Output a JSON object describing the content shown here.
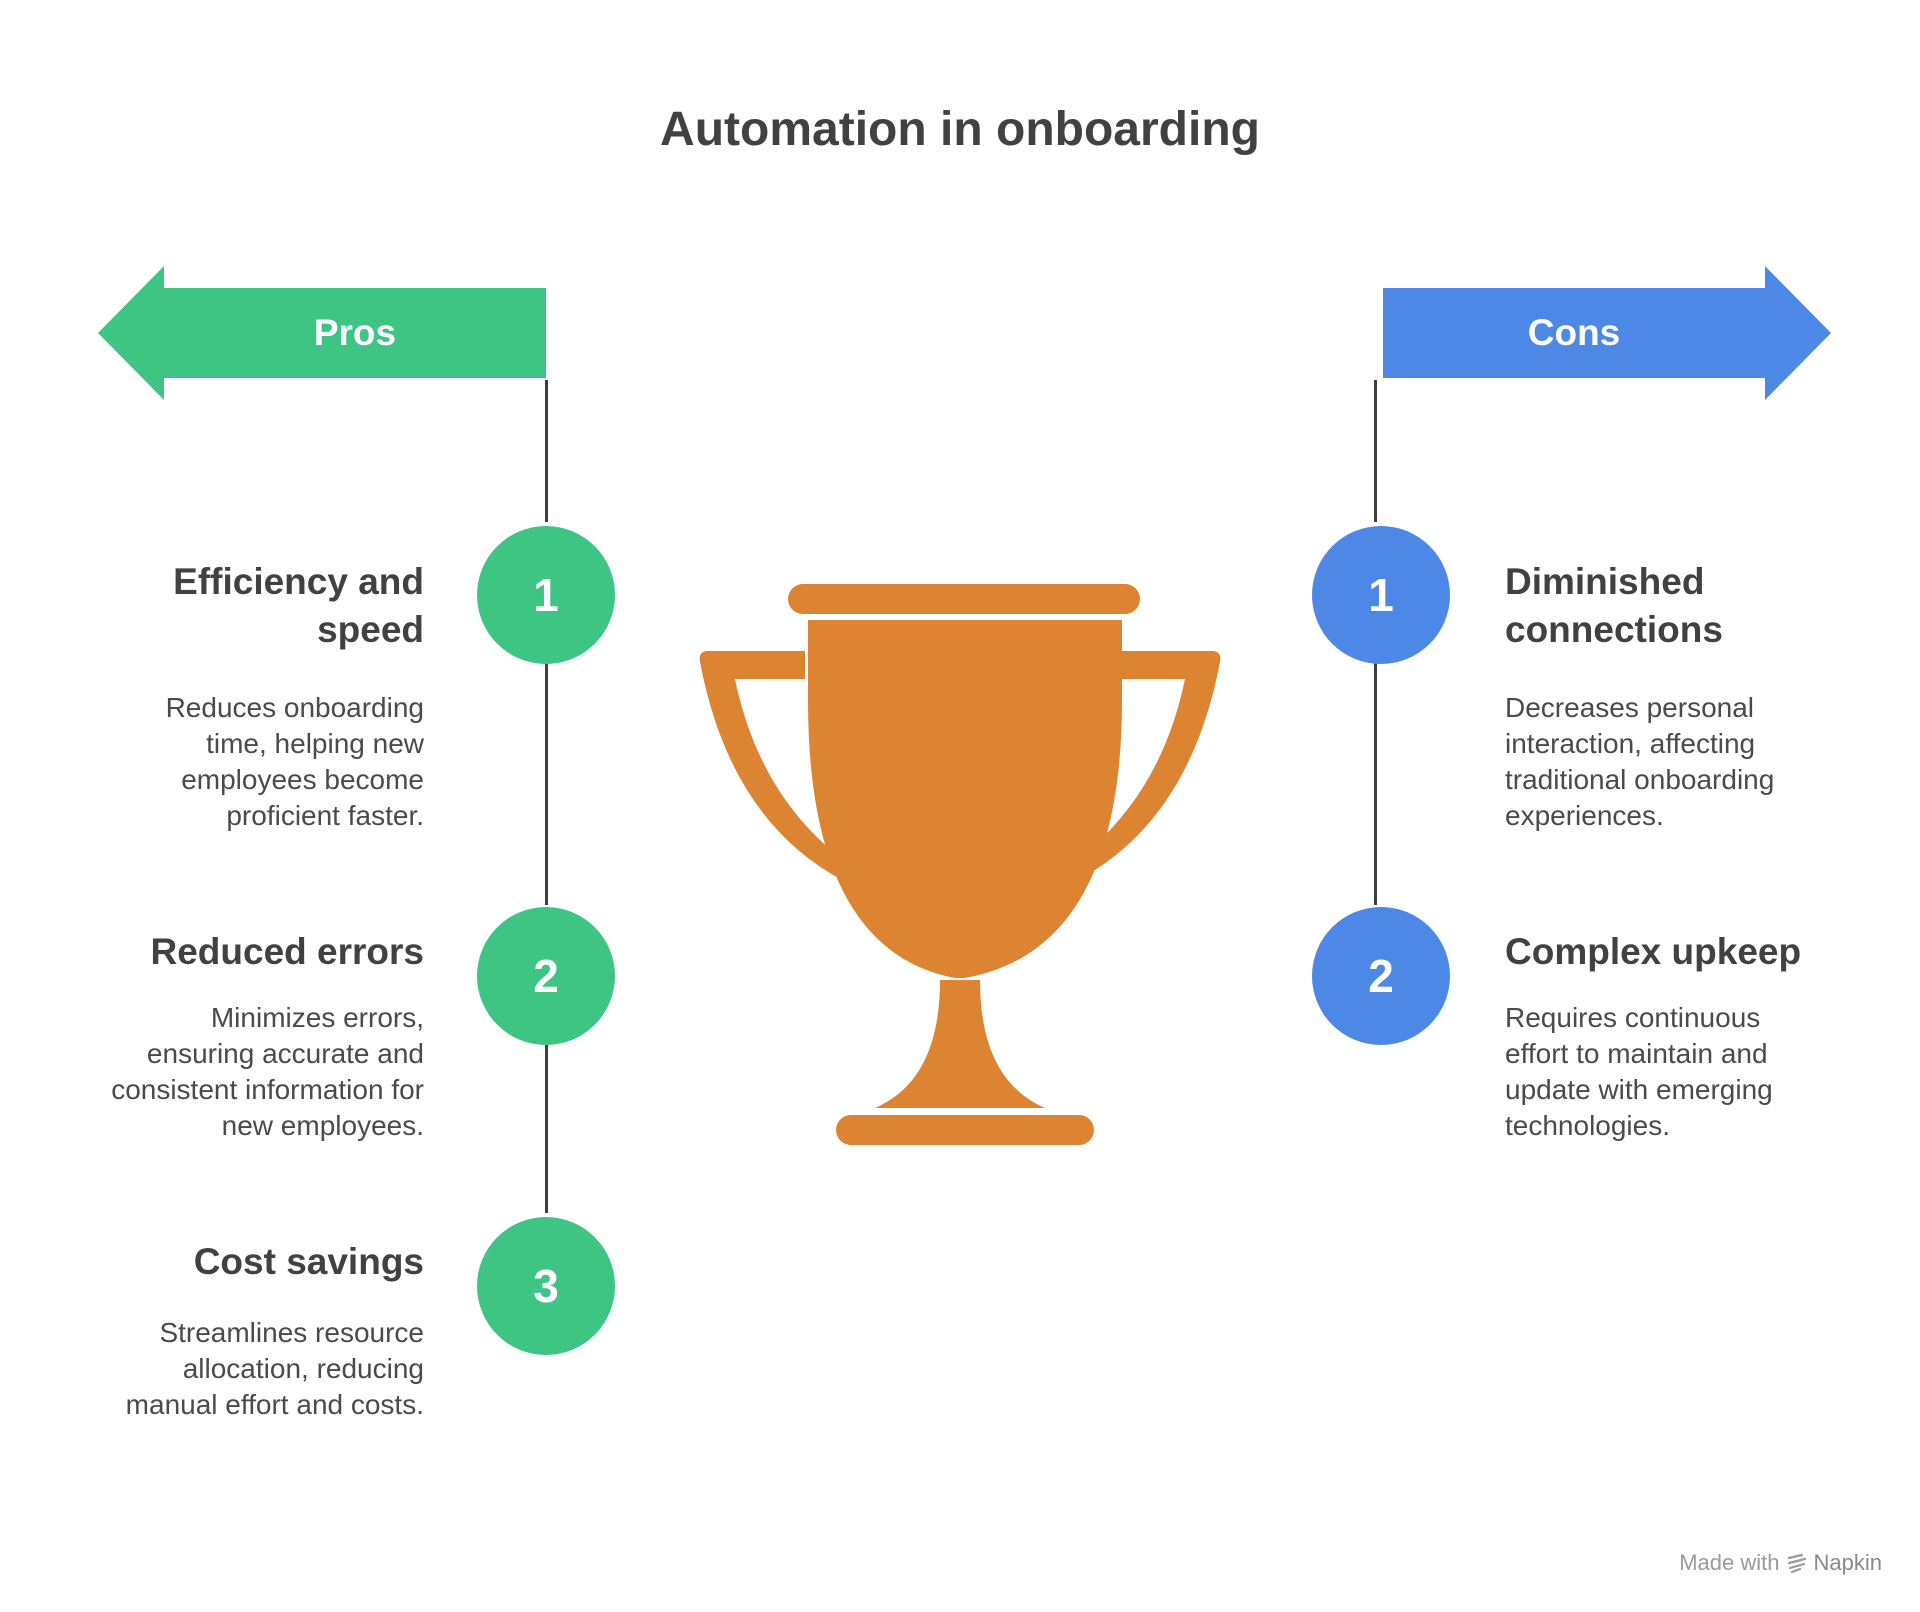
{
  "title": "Automation in onboarding",
  "pros": {
    "label": "Pros",
    "color": "#3ec584",
    "items": [
      {
        "number": "1",
        "title": "Efficiency and speed",
        "description": "Reduces onboarding time, helping new employees become proficient faster."
      },
      {
        "number": "2",
        "title": "Reduced errors",
        "description": "Minimizes errors, ensuring accurate and consistent information for new employees."
      },
      {
        "number": "3",
        "title": "Cost savings",
        "description": "Streamlines resource allocation, reducing manual effort and costs."
      }
    ]
  },
  "cons": {
    "label": "Cons",
    "color": "#4e88e6",
    "items": [
      {
        "number": "1",
        "title": "Diminished connections",
        "description": "Decreases personal interaction, affecting traditional onboarding experiences."
      },
      {
        "number": "2",
        "title": "Complex upkeep",
        "description": "Requires continuous effort to maintain and update with emerging technologies."
      }
    ]
  },
  "trophy": {
    "icon": "trophy-icon",
    "color": "#dd8433"
  },
  "watermark": {
    "prefix": "Made with",
    "brand": "Napkin",
    "icon": "napkin-logo-icon"
  }
}
